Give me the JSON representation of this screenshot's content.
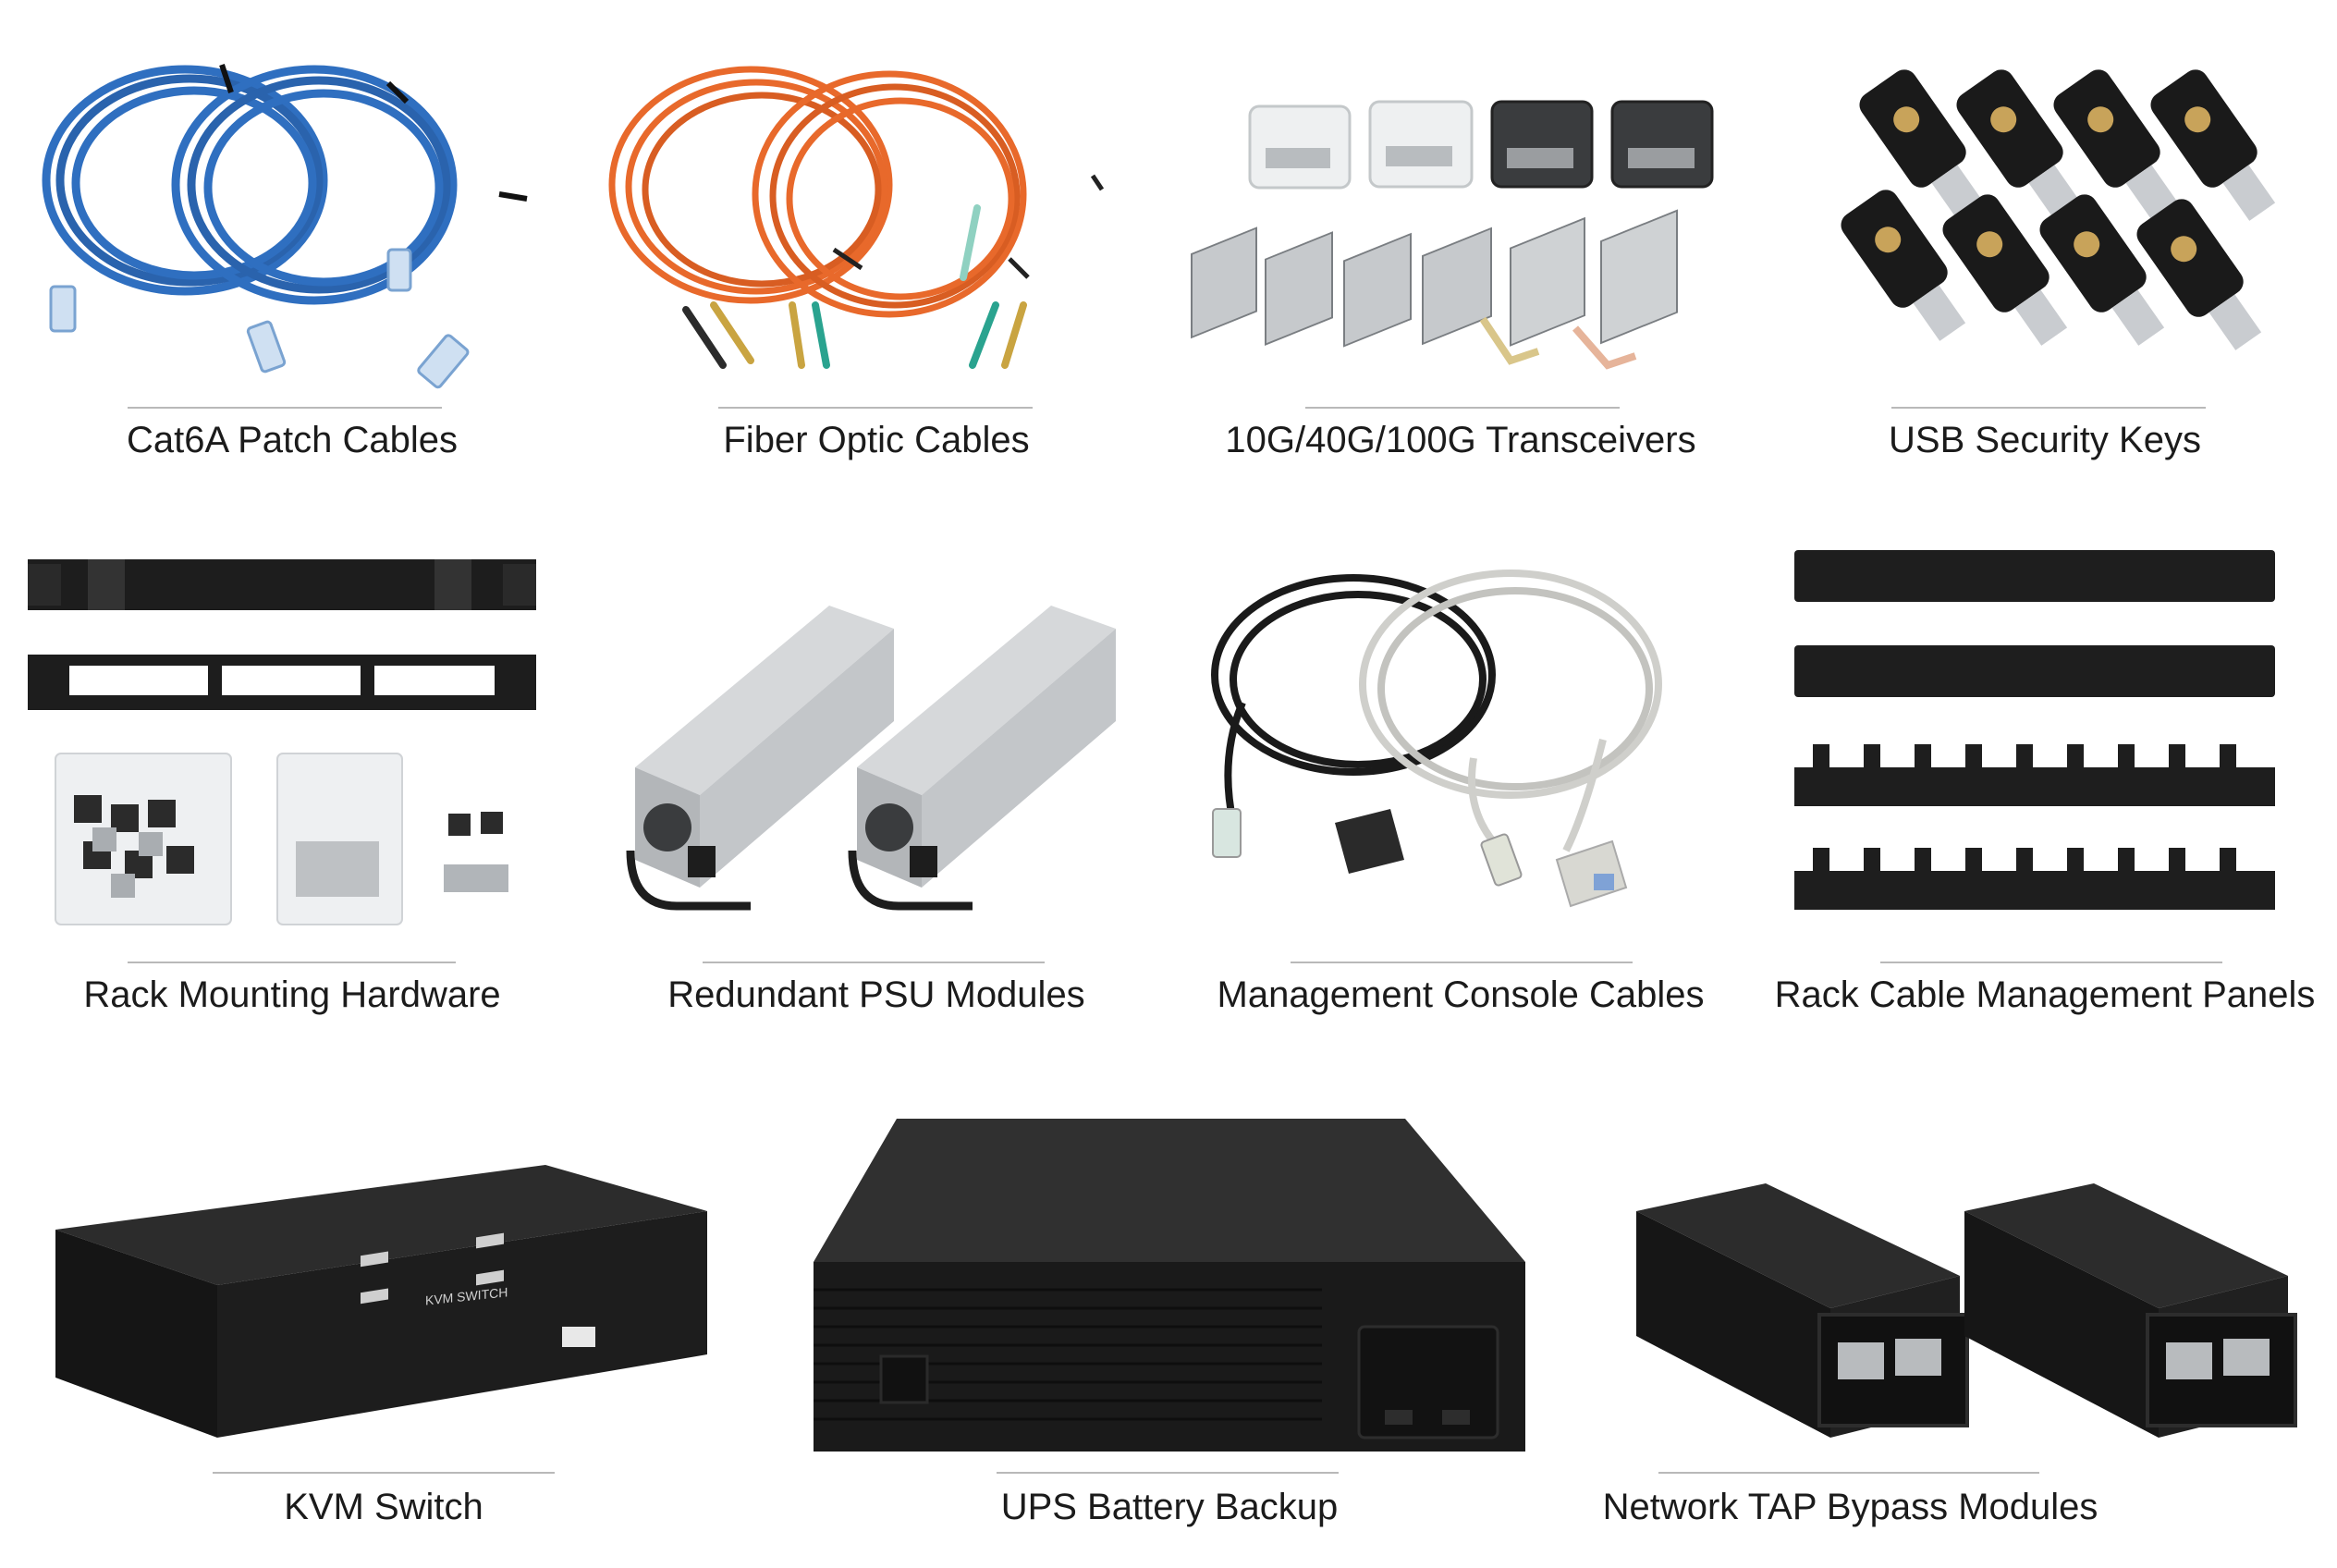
{
  "rows": [
    {
      "items": [
        {
          "label": "Cat6A Patch Cables",
          "icon": "blue-cable-coil-icon"
        },
        {
          "label": "Fiber Optic Cables",
          "icon": "orange-fiber-coil-icon"
        },
        {
          "label": "10G/40G/100G Transceivers",
          "icon": "transceiver-modules-icon"
        },
        {
          "label": "USB Security Keys",
          "icon": "usb-key-icon"
        }
      ]
    },
    {
      "items": [
        {
          "label": "Rack Mounting Hardware",
          "icon": "rack-bracket-icon"
        },
        {
          "label": "Redundant PSU Modules",
          "icon": "psu-module-icon"
        },
        {
          "label": "Management Console Cables",
          "icon": "console-cable-icon"
        },
        {
          "label": "Rack Cable Management Panels",
          "icon": "cable-panel-icon"
        }
      ]
    },
    {
      "items": [
        {
          "label": "KVM Switch",
          "icon": "kvm-switch-icon",
          "device_text": "KVM SWITCH"
        },
        {
          "label": "UPS Battery Backup",
          "icon": "ups-icon"
        },
        {
          "label": "Network TAP Bypass Modules",
          "icon": "tap-module-icon"
        }
      ]
    }
  ],
  "colors": {
    "cable_blue": "#2f6fc0",
    "fiber_orange": "#e8692b",
    "device_black": "#1c1c1c",
    "metal_silver": "#b9bcc0",
    "rule_gray": "#b9b9b9"
  }
}
